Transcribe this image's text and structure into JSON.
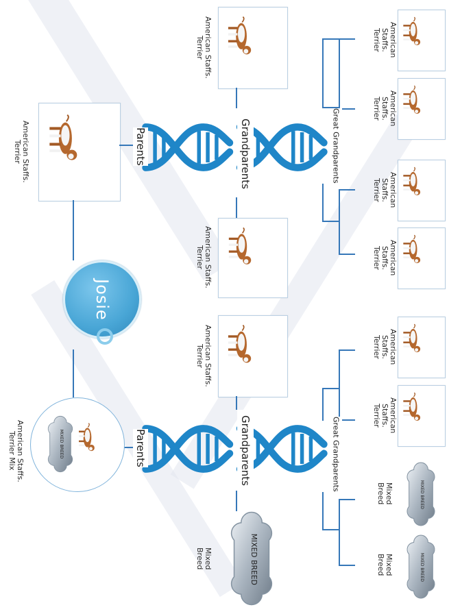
{
  "subject": {
    "name": "Josie"
  },
  "labels": {
    "parents": "Parents",
    "grandparents": "Grandparents",
    "great_grandparents": "Great Grandparents"
  },
  "breeds": {
    "ast": "American Staffs.\nTerrier",
    "ast_mix": "American Staffs.\nTerrier Mix",
    "mixed": "Mixed\nBreed"
  },
  "bone_text": "MIXED BREED",
  "colors": {
    "dna": "#1f86c8",
    "tag": "#49a6d6",
    "line": "#3577b8"
  },
  "icons": [
    "dog-photo",
    "dna-icon",
    "dog-tag-icon",
    "bone-tag-icon"
  ]
}
